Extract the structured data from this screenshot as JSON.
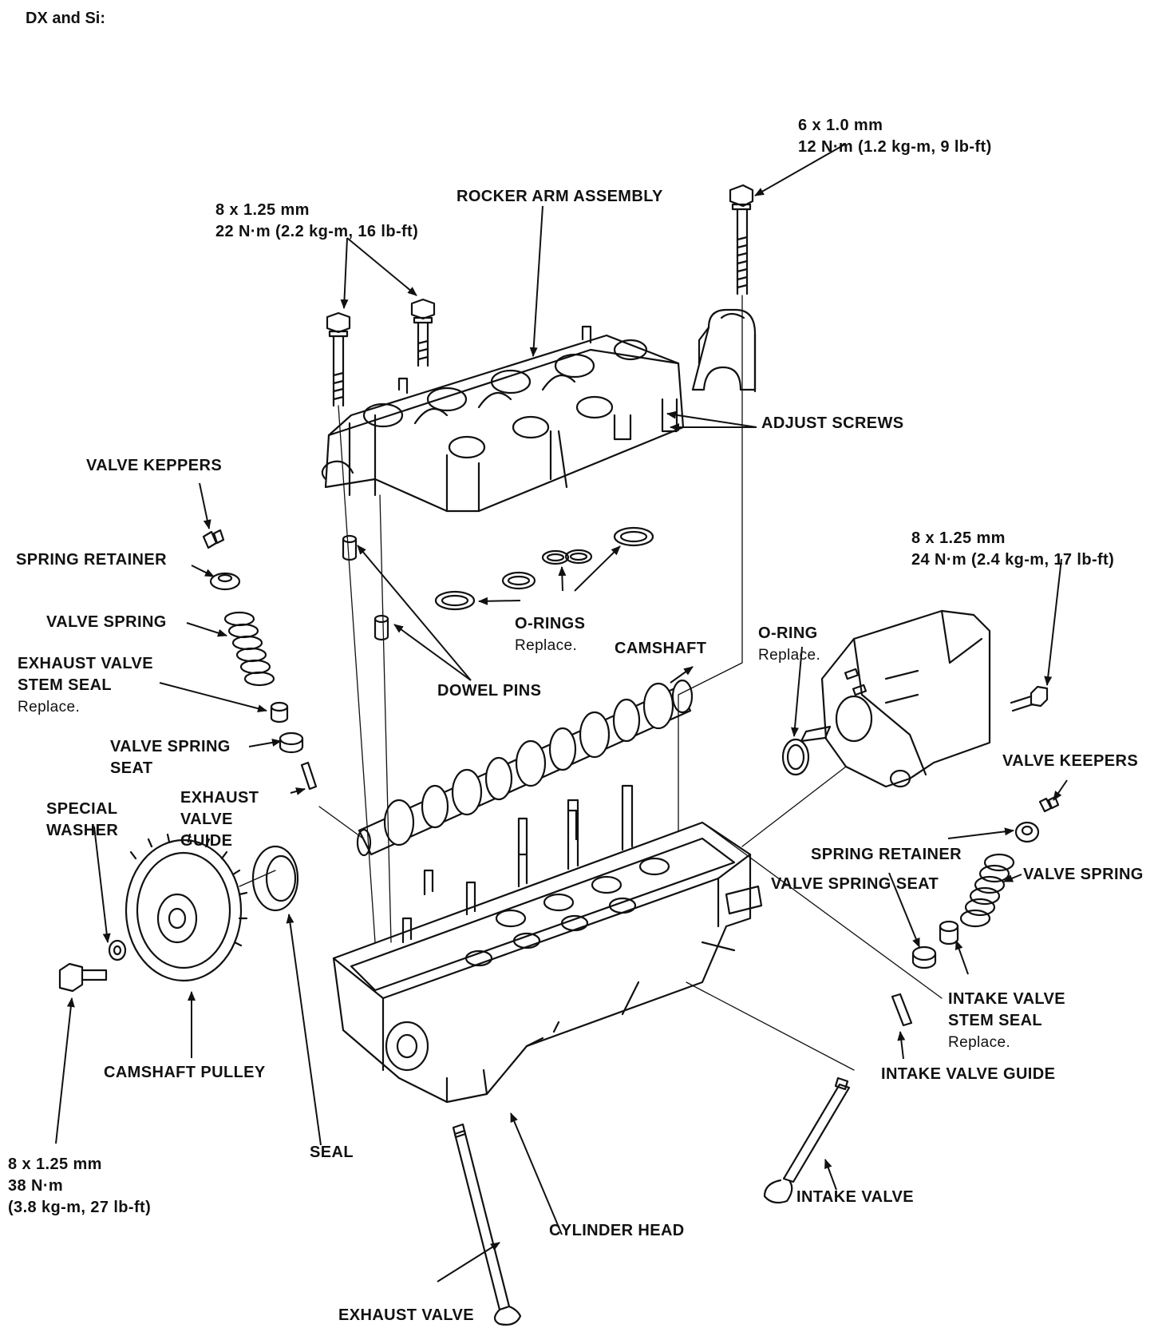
{
  "header": "DX and Si:",
  "labels": {
    "bolt_cap": {
      "l1": "6 x 1.0 mm",
      "l2": "12 N·m (1.2 kg-m, 9 lb-ft)"
    },
    "rocker_arm_assembly": "ROCKER ARM ASSEMBLY",
    "bolt_rocker": {
      "l1": "8 x 1.25 mm",
      "l2": "22 N·m (2.2 kg-m, 16 lb-ft)"
    },
    "adjust_screws": "ADJUST SCREWS",
    "valve_keepers_left": "VALVE KEPPERS",
    "spring_retainer_left": "SPRING RETAINER",
    "valve_spring_left": "VALVE SPRING",
    "exhaust_valve_stem_seal": {
      "l1": "EXHAUST VALVE",
      "l2": "STEM SEAL",
      "l3": "Replace."
    },
    "valve_spring_seat_left": {
      "l1": "VALVE SPRING",
      "l2": "SEAT"
    },
    "exhaust_valve_guide": {
      "l1": "EXHAUST",
      "l2": "VALVE",
      "l3": "GUIDE"
    },
    "special_washer": {
      "l1": "SPECIAL",
      "l2": "WASHER"
    },
    "o_rings": {
      "l1": "O-RINGS",
      "l2": "Replace."
    },
    "dowel_pins": "DOWEL PINS",
    "camshaft": "CAMSHAFT",
    "bolt_distributor": {
      "l1": "8 x 1.25 mm",
      "l2": "24 N·m (2.4 kg-m, 17 lb-ft)"
    },
    "o_ring": {
      "l1": "O-RING",
      "l2": "Replace."
    },
    "valve_keepers_right": "VALVE KEEPERS",
    "spring_retainer_right": "SPRING RETAINER",
    "valve_spring_seat_right": "VALVE SPRING SEAT",
    "valve_spring_right": "VALVE SPRING",
    "intake_valve_stem_seal": {
      "l1": "INTAKE VALVE",
      "l2": "STEM SEAL",
      "l3": "Replace."
    },
    "intake_valve_guide": "INTAKE VALVE GUIDE",
    "camshaft_pulley": "CAMSHAFT PULLEY",
    "bolt_pulley": {
      "l1": "8 x 1.25 mm",
      "l2": "38 N·m",
      "l3": "(3.8 kg-m, 27 lb-ft)"
    },
    "seal": "SEAL",
    "intake_valve": "INTAKE VALVE",
    "cylinder_head": "CYLINDER HEAD",
    "exhaust_valve": "EXHAUST VALVE"
  }
}
